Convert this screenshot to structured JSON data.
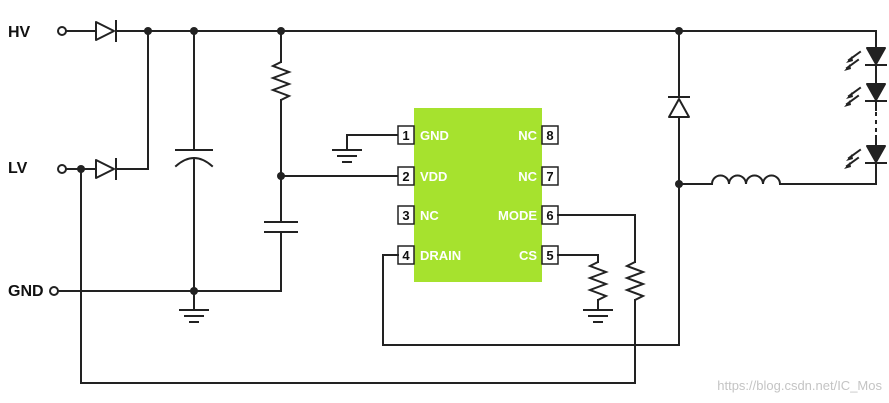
{
  "labels": {
    "hv": "HV",
    "lv": "LV",
    "gnd": "GND"
  },
  "ic": {
    "body_color": "#a6e22e",
    "pins": [
      {
        "num": "1",
        "name": "GND"
      },
      {
        "num": "2",
        "name": "VDD"
      },
      {
        "num": "3",
        "name": "NC"
      },
      {
        "num": "4",
        "name": "DRAIN"
      },
      {
        "num": "5",
        "name": "CS"
      },
      {
        "num": "6",
        "name": "MODE"
      },
      {
        "num": "7",
        "name": "NC"
      },
      {
        "num": "8",
        "name": "NC"
      }
    ]
  },
  "watermark": "https://blog.csdn.net/IC_Mos"
}
